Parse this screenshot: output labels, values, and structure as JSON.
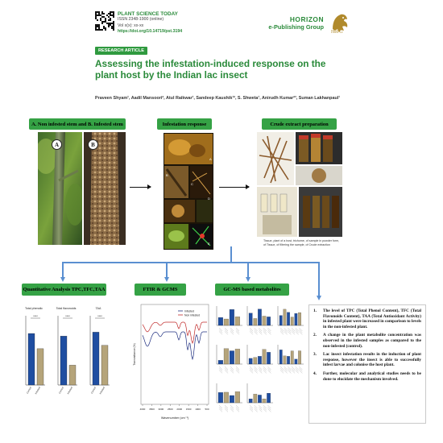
{
  "header": {
    "journal_name": "PLANT SCIENCE TODAY",
    "issn": "ISSN 2348-1900 (online)",
    "volume": "Vol x(x): xx-xx",
    "doi": "https://doi.org/10.14719/pst.3194",
    "publisher_line1": "HORIZON",
    "publisher_line2": "e-Publishing Group",
    "logo_text": "HePG"
  },
  "article": {
    "type_badge": "RESEARCH ARTICLE",
    "title": "Assessing the infestation-induced response on the plant host by the Indian lac insect",
    "authors": "Praveen Shyam¹, Aadil Mansoori², Atul Raikwar¹, Sandeep Kaushik¹², S. Shweta¹, Anirudh Kumar²³, Suman Lakhanpaul¹"
  },
  "workflow": {
    "box1": "A. Non infested stem and  B. Infested stem",
    "box1_labels": [
      "A",
      "B"
    ],
    "box2": "Infestation response",
    "box2_labels": [
      "A",
      "B",
      "C",
      "D",
      "E"
    ],
    "box3": "Crude extract preparation",
    "box3_caption": "Tissue, plant of a host, trichome, of sample in powder form, of Tissue, of filtering the sample, of Crude extraction",
    "box4": "Quantitative Analysis TPC,TFC,TAA",
    "box5": "FTIR & GCMS",
    "box6": "GC-MS based metabolites"
  },
  "charts": {
    "quant_titles": [
      "Total phenolic",
      "Total flavonoids",
      "TAA"
    ],
    "quant_significance": "****",
    "quant_categories": [
      "Control",
      "Infested"
    ],
    "ftir_legend": [
      "Infested",
      "Non infested"
    ],
    "ftir_xlabel": "Wavenumber (cm⁻¹)",
    "ftir_ylabel": "Transmittance (%)",
    "ftir_xticks": [
      "4000",
      "3500",
      "3000",
      "2500",
      "2000",
      "1500",
      "1000",
      "500"
    ]
  },
  "conclusions": [
    "The level of TPC (Total Phenol Content), TFC (Total Flavonoids Content), TAA (Total Antioxidant Activity) in infested plant were increased in comparison to levels in the non-infested plant.",
    "A change in the plant metabolite concentration was observed in the infested samples as compared to the non-infested (control).",
    "Lac insect infestation results in the induction of plant response, however the insect is able to successfully infest larvae and colonise the host plant.",
    "Further, molecular and analytical studies needs to be done to elucidate the mechanism involved."
  ],
  "conclusion_numbers": [
    "1.",
    "2.",
    "3.",
    "4."
  ],
  "colors": {
    "accent_green": "#35a245",
    "title_green": "#2a8a3a",
    "bracket_blue": "#5a8fd1",
    "bar_control": "#1f4ea1",
    "bar_infested": "#b5a47a"
  }
}
